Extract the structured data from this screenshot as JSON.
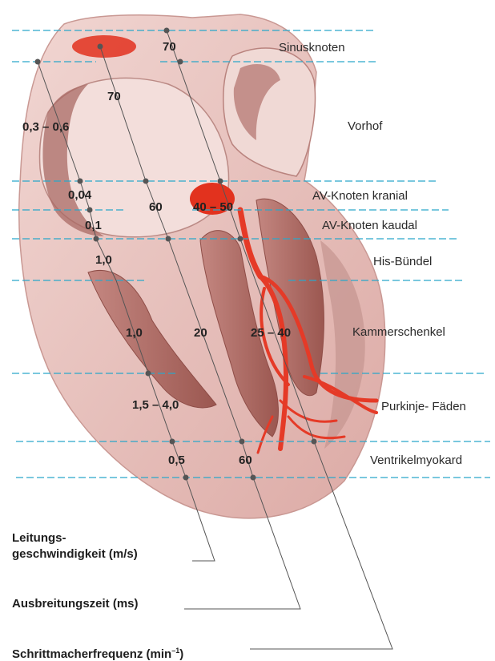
{
  "labels": {
    "sinusknoten": "Sinusknoten",
    "vorhof": "Vorhof",
    "av_kranial": "AV-Knoten kranial",
    "av_kaudal": "AV-Knoten kaudal",
    "his": "His-Bündel",
    "kammerschenkel": "Kammerschenkel",
    "purkinje": "Purkinje- Fäden",
    "ventrikel": "Ventrikelmyokard"
  },
  "values": {
    "sinus_rate": "70",
    "sinus_time": "70",
    "vorhof_speed": "0,3 – 0,6",
    "av_kranial_speed": "0,04",
    "av_kranial_time": "60",
    "av_rate": "40 – 50",
    "av_kaudal_speed": "0,1",
    "his_speed": "1,0",
    "kammer_speed": "1,0",
    "kammer_time": "20",
    "kammer_rate": "25 – 40",
    "purkinje_speed": "1,5 – 4,0",
    "ventrikel_speed": "0,5",
    "ventrikel_time": "60"
  },
  "legend": {
    "speed_line1": "Leitungs-",
    "speed_line2": "geschwindigkeit (m/s)",
    "time": "Ausbreitungszeit (ms)",
    "rate": "Schrittmacherfrequenz (min",
    "rate_sup": "–1",
    "rate_close": ")"
  },
  "colors": {
    "guide_line": "#2aa7c9",
    "pointer": "#555555",
    "heart_wall": "#e8c4c0",
    "muscle": "#b5706a",
    "node": "#e8321e"
  }
}
